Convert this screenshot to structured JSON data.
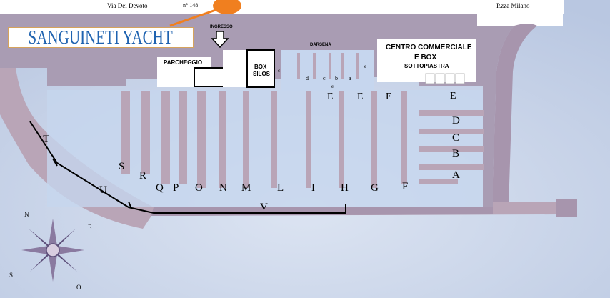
{
  "streets": {
    "left": "Via Dei Devoto",
    "number": "n° 148",
    "right": "P.zza Milano"
  },
  "brand": "SANGUINETI YACHT",
  "labels": {
    "entrance": "INGRESSO",
    "parking": "PARCHEGGIO",
    "box_silos": [
      "BOX",
      "SILOS"
    ],
    "darsena": "DARSENA",
    "mall": [
      "CENTRO COMMERCIALE",
      "E BOX",
      "SOTTOPIASTRA"
    ]
  },
  "darsena_letters": [
    "d",
    "c",
    "b",
    "a",
    "e",
    "c",
    "e"
  ],
  "pier_letters": [
    "E",
    "E",
    "E",
    "E",
    "D",
    "C",
    "B",
    "A",
    "F",
    "G",
    "H",
    "I",
    "L",
    "M",
    "N",
    "O",
    "P",
    "Q",
    "R",
    "S",
    "T",
    "U",
    "V"
  ],
  "compass": [
    "N",
    "E",
    "S",
    "O"
  ],
  "colors": {
    "sea": "#cfd9ec",
    "land": "#a99cb3",
    "mole": "#b9a5b7",
    "dock": "#c6d6ee",
    "brand_text": "#1f63b0",
    "marker": "#f07f1f"
  }
}
